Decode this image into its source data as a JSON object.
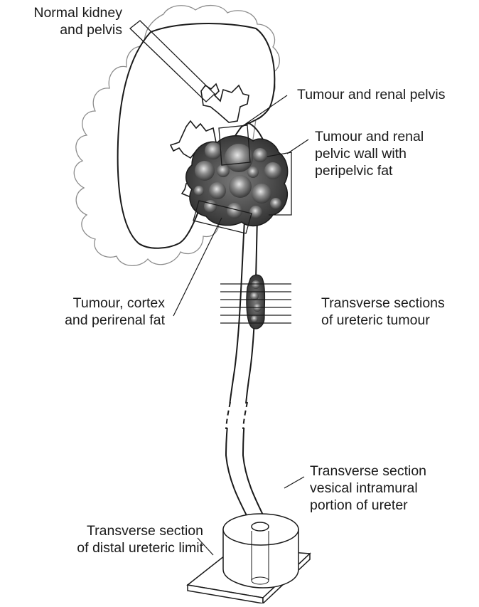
{
  "labels": {
    "normal_kidney": [
      "Normal kidney",
      "and pelvis"
    ],
    "tumour_renal_pelvis": [
      "Tumour and renal pelvis"
    ],
    "tumour_pelvic_wall": [
      "Tumour and renal",
      "pelvic wall with",
      "peripelvic fat"
    ],
    "tumour_cortex": [
      "Tumour, cortex",
      "and perirenal fat"
    ],
    "transverse_ureteric_tumour": [
      "Transverse sections",
      "of ureteric tumour"
    ],
    "transverse_vesical": [
      "Transverse section",
      "vesical intramural",
      "portion of ureter"
    ],
    "transverse_distal": [
      "Transverse section",
      "of distal ureteric limit"
    ]
  }
}
